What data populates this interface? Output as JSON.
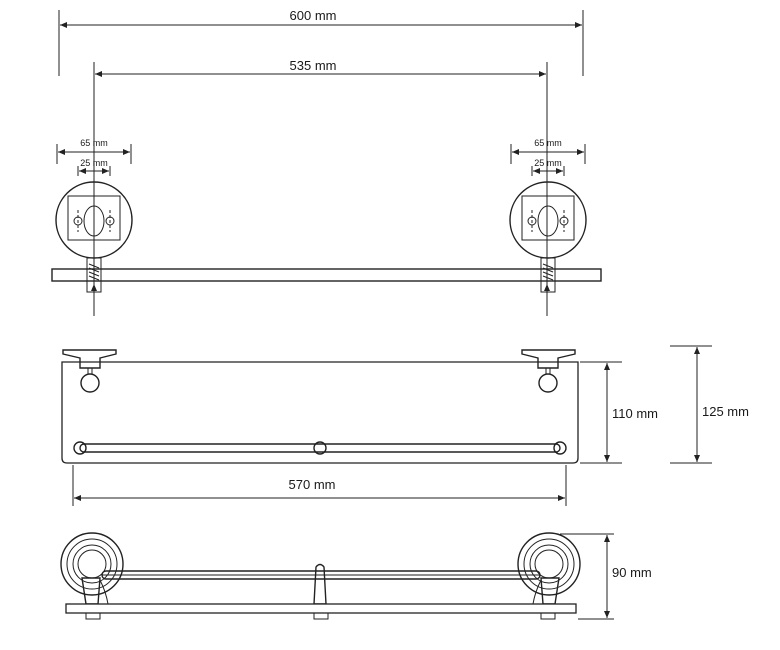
{
  "dimensions": {
    "overall_width": "600 mm",
    "mount_spacing": "535 mm",
    "left_outer": "65 mm",
    "left_inner": "25 mm",
    "right_outer": "65 mm",
    "right_inner": "25 mm",
    "glass_length": "570 mm",
    "glass_depth": "110 mm",
    "total_depth": "125 mm",
    "height": "90 mm"
  }
}
